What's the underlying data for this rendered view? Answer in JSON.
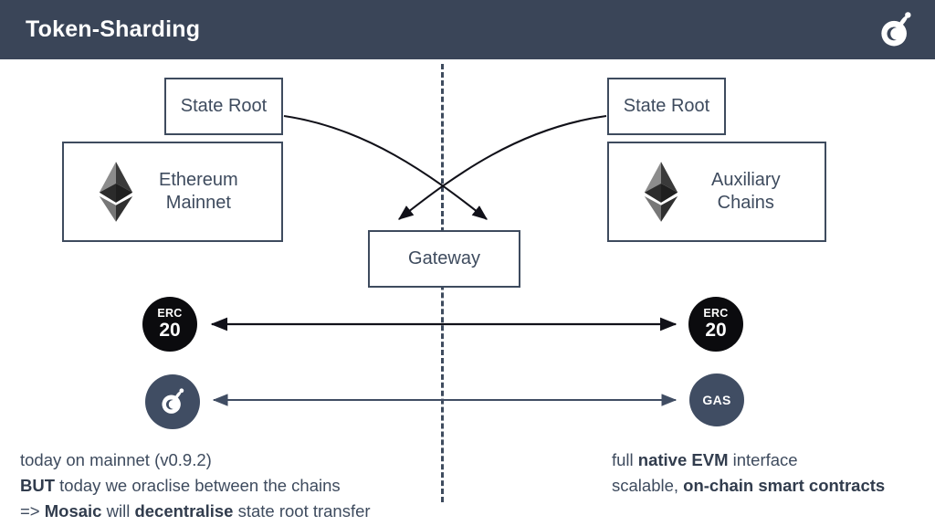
{
  "header": {
    "title": "Token-Sharding",
    "logo_icon": "ost-logo-icon",
    "bg_color": "#3a4558"
  },
  "diagram": {
    "accent_color": "#3e4b5e",
    "erc_circle_color": "#0b0b0e",
    "slate_circle_color": "#404d63",
    "left": {
      "state_root": "State Root",
      "chain": "Ethereum\nMainnet",
      "chain_icon": "ethereum-diamond-icon",
      "erc_top": "ERC",
      "erc_bottom": "20",
      "token_icon": "ost-logo-icon"
    },
    "right": {
      "state_root": "State Root",
      "chain": "Auxiliary\nChains",
      "chain_icon": "ethereum-diamond-icon",
      "erc_top": "ERC",
      "erc_bottom": "20",
      "gas_label": "GAS"
    },
    "center": {
      "gateway": "Gateway",
      "divider": "dashed-vertical-divider"
    }
  },
  "notes": {
    "left": {
      "line1_plain": "today on mainnet (v0.9.2)",
      "line2_bold": "BUT",
      "line2_plain": " today we oraclise between the chains",
      "line3_prefix": "=> ",
      "line3_bold1": "Mosaic",
      "line3_mid": " will ",
      "line3_bold2": "decentralise",
      "line3_suffix": " state root transfer"
    },
    "right": {
      "line1_prefix": "full ",
      "line1_bold": "native EVM",
      "line1_suffix": " interface",
      "line2_prefix": "scalable, ",
      "line2_bold": "on-chain smart contracts"
    }
  }
}
